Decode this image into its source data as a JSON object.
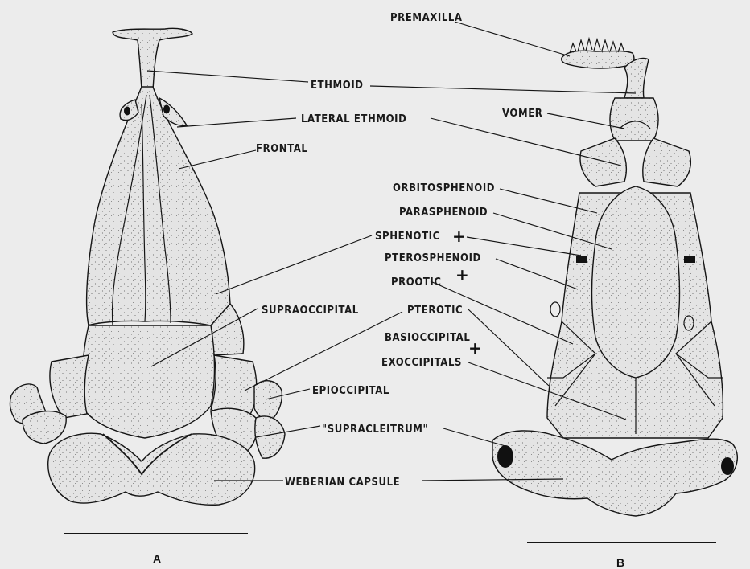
{
  "labels": {
    "premaxilla": "PREMAXILLA",
    "ethmoid": "ETHMOID",
    "vomer": "VOMER",
    "lateral_ethmoid": "LATERAL ETHMOID",
    "frontal": "FRONTAL",
    "orbitosphenoid": "ORBITOSPHENOID",
    "parasphenoid": "PARASPHENOID",
    "sphenotic": "SPHENOTIC",
    "pterosphenoid": "PTEROSPHENOID",
    "prootic": "PROOTIC",
    "supraoccipital": "SUPRAOCCIPITAL",
    "pterotic": "PTEROTIC",
    "basioccipital": "BASIOCCIPITAL",
    "exoccipitals": "EXOCCIPITALS",
    "epioccipital": "EPIOCCIPITAL",
    "supracleitrum": "\"SUPRACLEITRUM\"",
    "weberian_capsule": "WEBERIAN CAPSULE"
  },
  "markers": {
    "plus": "+"
  },
  "panels": {
    "a": "A",
    "b": "B"
  },
  "colors": {
    "background": "#ececec",
    "ink": "#151515",
    "bone_fill": "#e6e6e6"
  }
}
